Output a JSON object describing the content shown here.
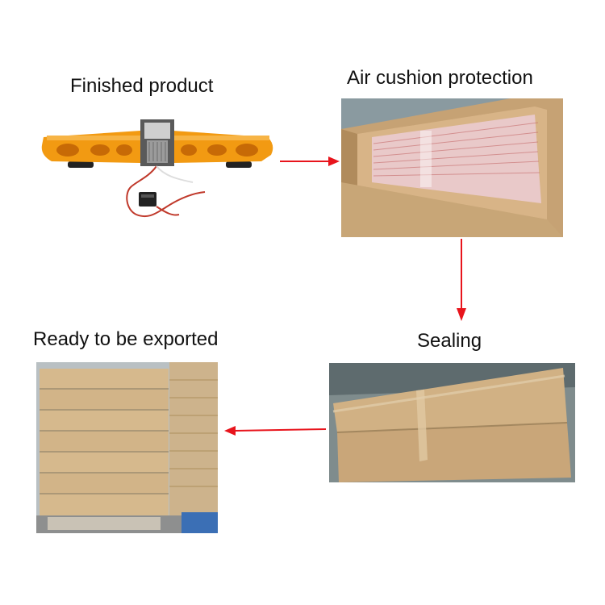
{
  "steps": [
    {
      "label": "Finished product"
    },
    {
      "label": "Air cushion protection"
    },
    {
      "label": "Sealing"
    },
    {
      "label": "Ready to be exported"
    }
  ],
  "colors": {
    "arrow": "#e8141c",
    "amber": "#f29a12",
    "cardboard": "#d4b48a",
    "background": "#ffffff"
  }
}
